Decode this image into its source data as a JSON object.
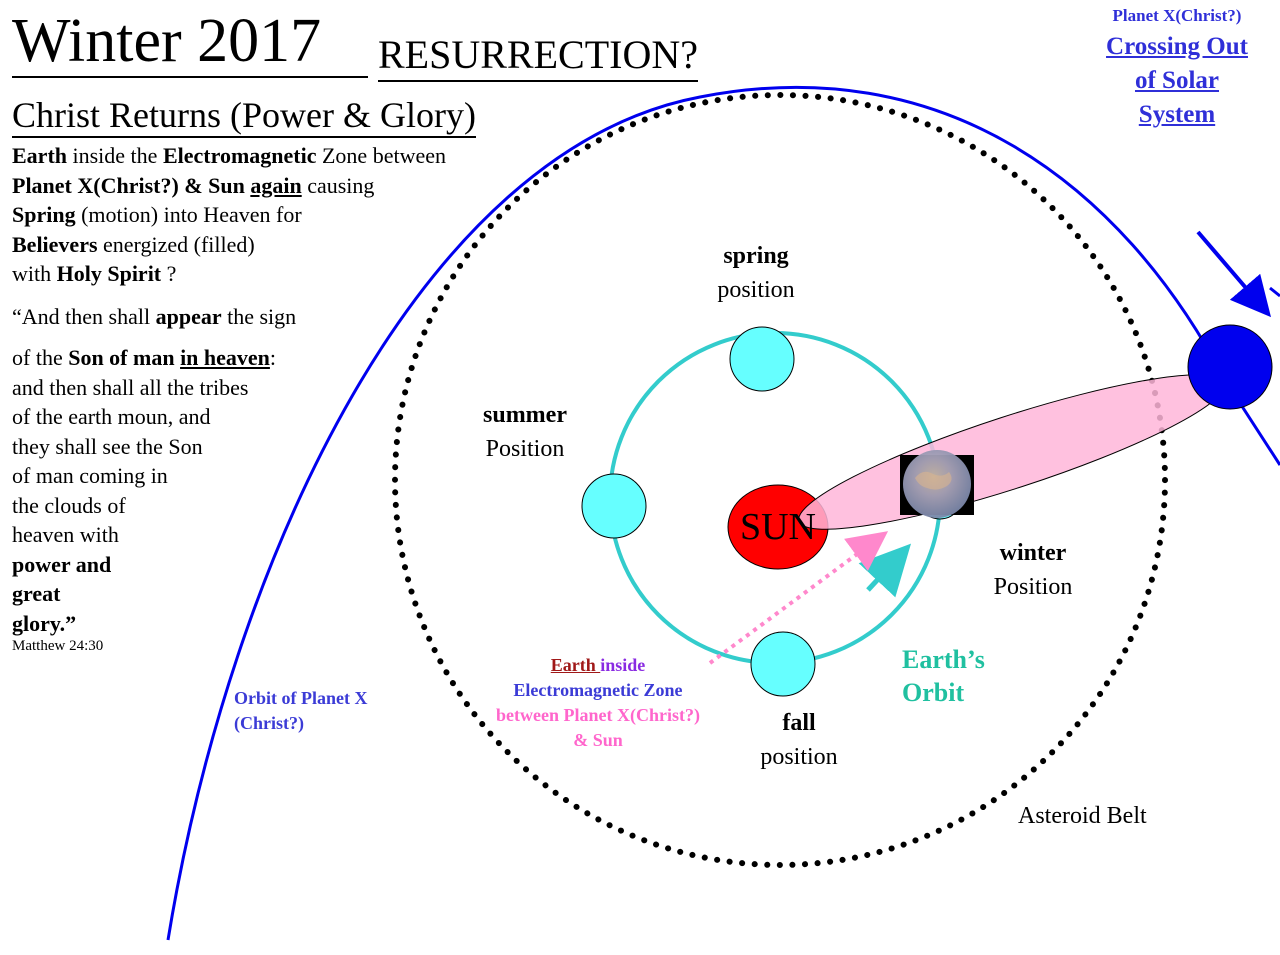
{
  "title": {
    "main": "Winter 2017",
    "resurrection": "RESURRECTION?",
    "subtitle": "Christ Returns (Power & Glory)"
  },
  "left_text": {
    "para1_l1_b1": "Earth",
    "para1_l1_t1": " inside the ",
    "para1_l1_b2": "Electromagnetic",
    "para1_l1_t2": " Zone between",
    "para1_l2_b1": "Planet X(Christ?) & Sun ",
    "para1_l2_u": "again",
    "para1_l2_t1": " causing",
    "para1_l3_b1": "Spring",
    "para1_l3_t1": " (motion) into Heaven  for",
    "para1_l4_b1": " Believers",
    "para1_l4_t1": " energized (filled)",
    "para1_l5_t1": "with ",
    "para1_l5_b1": "Holy Spirit",
    "para1_l5_t2": " ?",
    "quote_l1_t1": "“And   then shall ",
    "quote_l1_b1": "appear",
    "quote_l1_t2": " the sign",
    "quote_l2_t1": "of the ",
    "quote_l2_b1": "Son of man ",
    "quote_l2_bu": "in heaven",
    "quote_l2_t2": ":",
    "quote_l3": "and then shall all the tribes",
    "quote_l4": "of the earth moun, and",
    "quote_l5": "they shall see the Son",
    "quote_l6": "of man coming in",
    "quote_l7": "the clouds of",
    "quote_l8": "heaven with",
    "quote_l9": "power and",
    "quote_l10": "great",
    "quote_l11": "glory.”",
    "reference": "Matthew 24:30"
  },
  "top_right": {
    "planet_label": "Planet X(Christ?)",
    "crossing_l1": "Crossing Out",
    "crossing_l2": "of Solar",
    "crossing_l3": "System"
  },
  "labels": {
    "sun": "SUN",
    "spring_bold": "spring",
    "spring_sub": "position",
    "summer_bold": "summer",
    "summer_sub": "Position",
    "winter_bold": "winter",
    "winter_sub": "Position",
    "fall_bold": "fall",
    "fall_sub": "position",
    "earths_orbit_l1": "Earth’s",
    "earths_orbit_l2": "Orbit",
    "asteroid_belt": "Asteroid Belt",
    "orbit_planet_x_l1": "Orbit of Planet X",
    "orbit_planet_x_l2": "(Christ?)",
    "em_earth": "Earth ",
    "em_inside": "inside",
    "em_zone": "Electromagnetic Zone",
    "em_between": "between Planet X(Christ?)",
    "em_sun": "& Sun"
  },
  "colors": {
    "planet_x_orbit": "#0000ee",
    "planet_x": "#0000ee",
    "earth_orbit": "#33cccc",
    "earth_position_fill": "#66ffff",
    "sun": "#ff0000",
    "em_zone_fill": "#ffb6d9",
    "em_arrow": "#ff88cc",
    "asteroid_belt": "#000000",
    "title_blue": "#2f2fd8",
    "earths_orbit_label": "#20c0a0"
  },
  "icons": [
    "earth-globe-icon",
    "planet-x-icon",
    "sun-icon"
  ]
}
